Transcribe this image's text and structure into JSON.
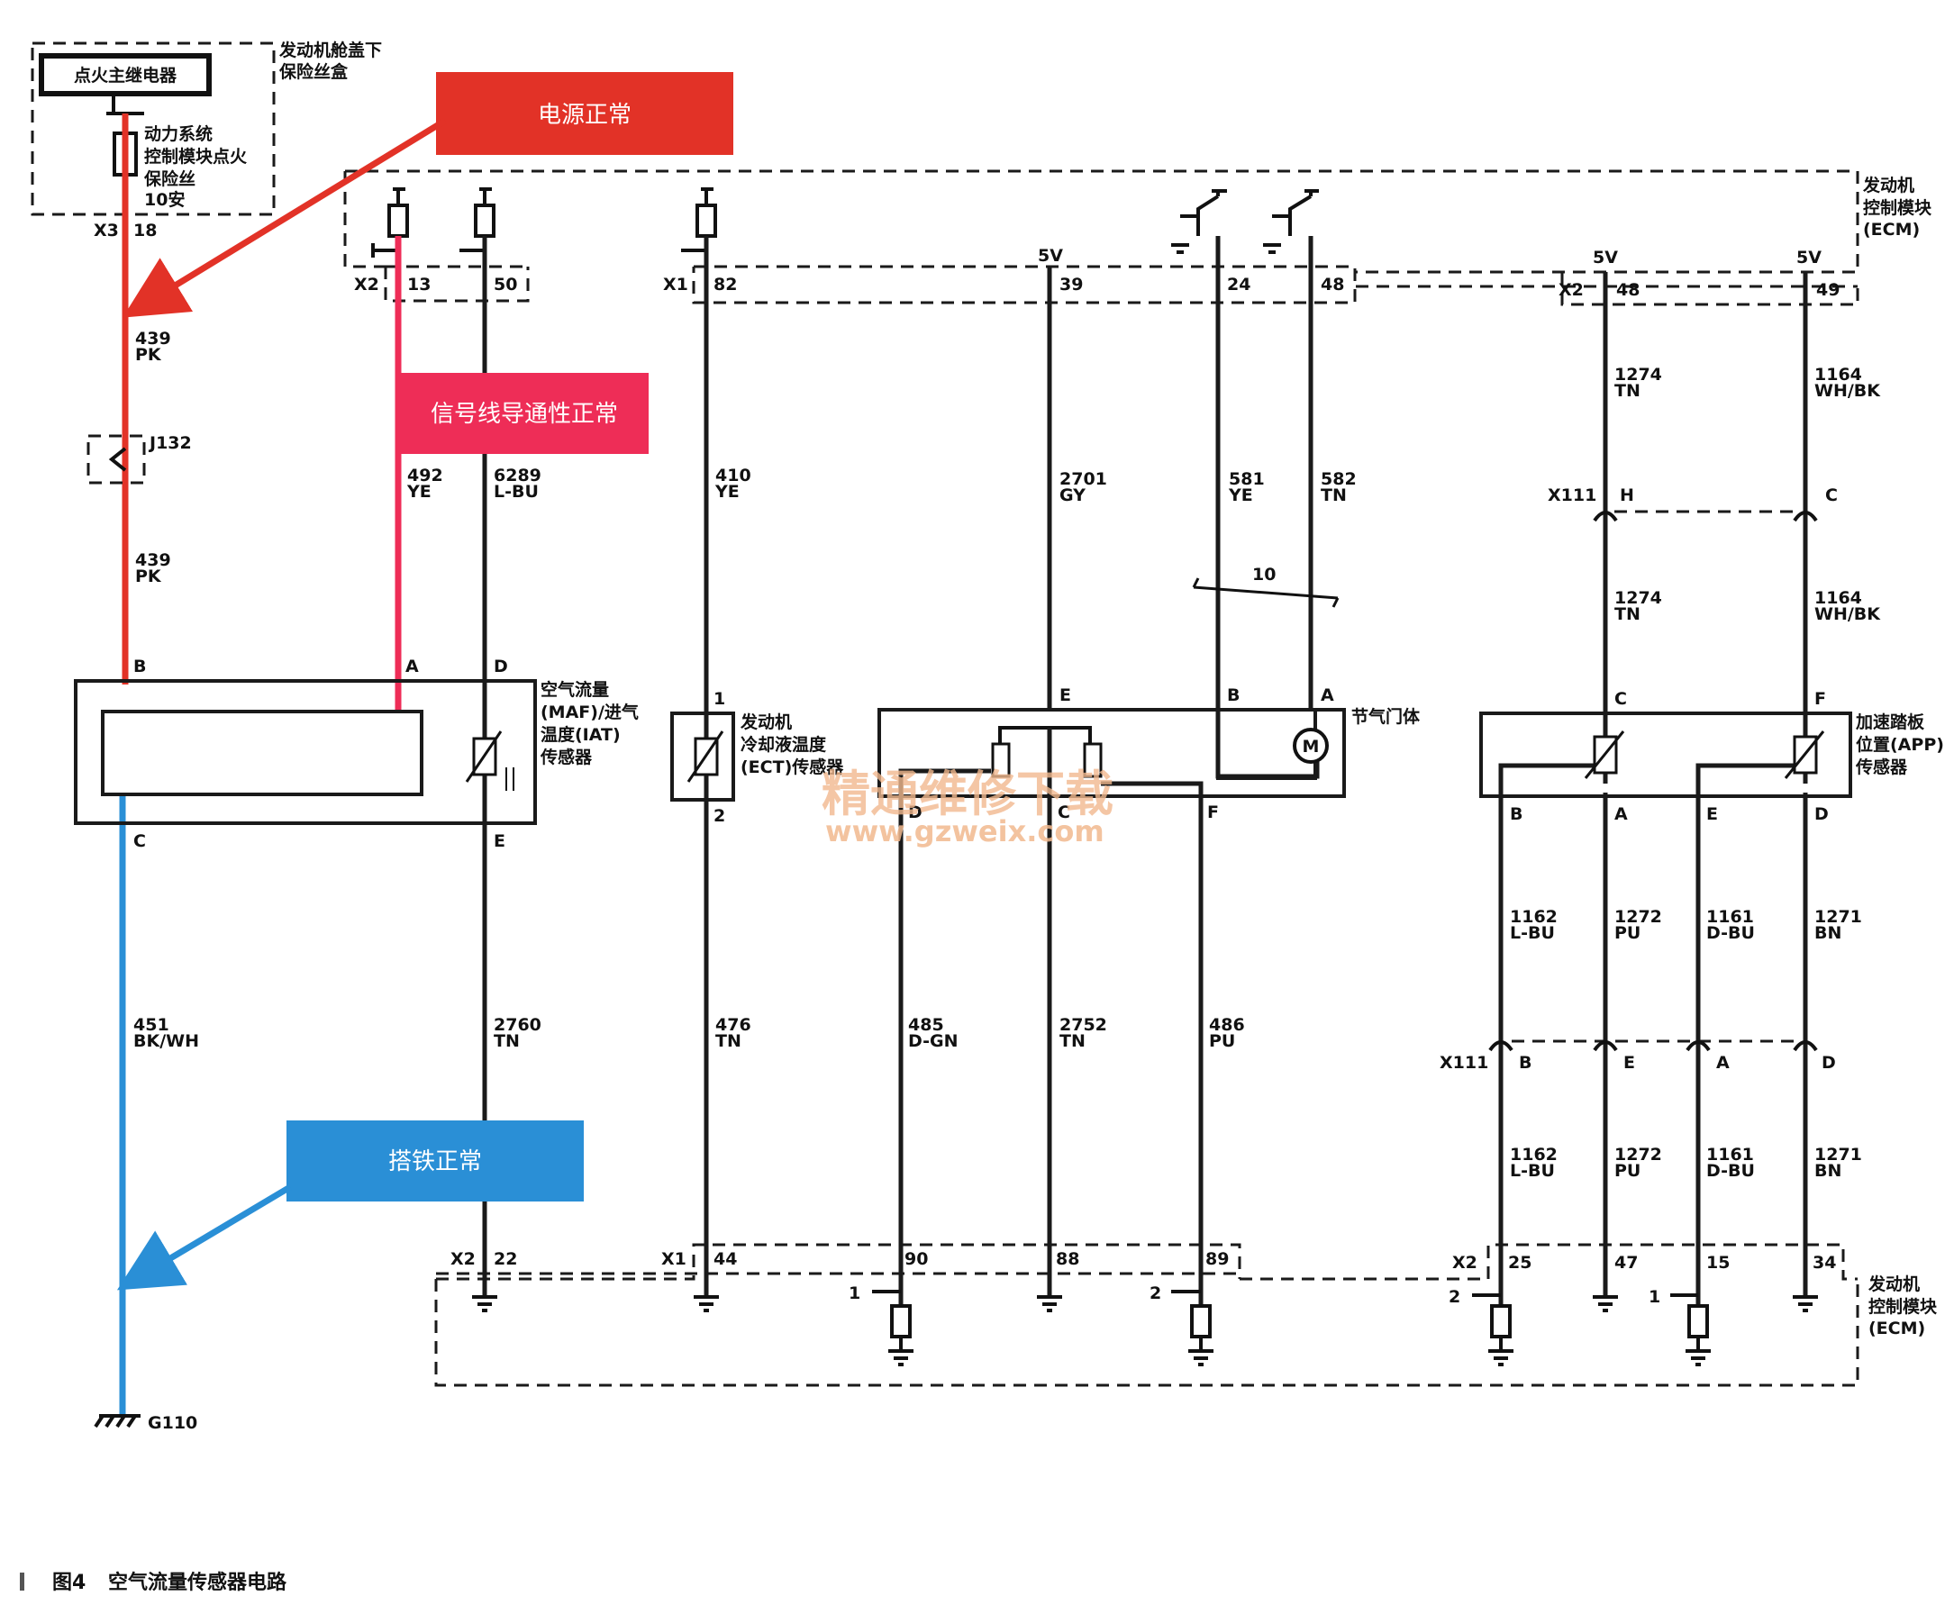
{
  "fuse_box": {
    "relay": "点火主继电器",
    "title_1": "发动机舱盖下",
    "title_2": "保险丝盒",
    "fuse_1": "动力系统",
    "fuse_2": "控制模块点火",
    "fuse_3": "保险丝",
    "fuse_4": "10安",
    "conn": "X3",
    "pin": "18"
  },
  "ecm_top": {
    "line1": "发动机",
    "line2": "控制模块",
    "line3": "(ECM)"
  },
  "ecm_bottom": {
    "line1": "发动机",
    "line2": "控制模块",
    "line3": "(ECM)"
  },
  "annotations": {
    "power": "电源正常",
    "signal": "信号线导通性正常",
    "ground": "搭铁正常"
  },
  "top_pins": {
    "x2": "X2",
    "p13": "13",
    "p50": "50",
    "x1": "X1",
    "p82": "82",
    "v5a": "5V",
    "p39": "39",
    "p24": "24",
    "p48a": "48",
    "x2b": "X2",
    "v5b": "5V",
    "p48b": "48",
    "v5c": "5V",
    "p49": "49"
  },
  "wires": {
    "w439a": {
      "num": "439",
      "color": "PK"
    },
    "w439b": {
      "num": "439",
      "color": "PK"
    },
    "j132": "J132",
    "w492": {
      "num": "492",
      "color": "YE"
    },
    "w6289": {
      "num": "6289",
      "color": "L-BU"
    },
    "w410": {
      "num": "410",
      "color": "YE"
    },
    "w2701": {
      "num": "2701",
      "color": "GY"
    },
    "w581": {
      "num": "581",
      "color": "YE"
    },
    "w582": {
      "num": "582",
      "color": "TN"
    },
    "w1274a": {
      "num": "1274",
      "color": "TN"
    },
    "w1164a": {
      "num": "1164",
      "color": "WH/BK"
    },
    "w1274b": {
      "num": "1274",
      "color": "TN"
    },
    "w1164b": {
      "num": "1164",
      "color": "WH/BK"
    },
    "w451": {
      "num": "451",
      "color": "BK/WH"
    },
    "w2760": {
      "num": "2760",
      "color": "TN"
    },
    "w476": {
      "num": "476",
      "color": "TN"
    },
    "w485": {
      "num": "485",
      "color": "D-GN"
    },
    "w2752": {
      "num": "2752",
      "color": "TN"
    },
    "w486": {
      "num": "486",
      "color": "PU"
    },
    "w1162a": {
      "num": "1162",
      "color": "L-BU"
    },
    "w1272a": {
      "num": "1272",
      "color": "PU"
    },
    "w1161a": {
      "num": "1161",
      "color": "D-BU"
    },
    "w1271a": {
      "num": "1271",
      "color": "BN"
    },
    "w1162b": {
      "num": "1162",
      "color": "L-BU"
    },
    "w1272b": {
      "num": "1272",
      "color": "PU"
    },
    "w1161b": {
      "num": "1161",
      "color": "D-BU"
    },
    "w1271b": {
      "num": "1271",
      "color": "BN"
    }
  },
  "x111_top": {
    "conn": "X111",
    "h": "H",
    "c": "C"
  },
  "x111_bot": {
    "conn": "X111",
    "b": "B",
    "e": "E",
    "a": "A",
    "d": "D"
  },
  "throttle_ref": "10",
  "maf": {
    "line1": "空气流量",
    "line2": "(MAF)/进气",
    "line3": "温度(IAT)",
    "line4": "传感器",
    "pin_b": "B",
    "pin_a": "A",
    "pin_d": "D",
    "pin_c": "C",
    "pin_e": "E"
  },
  "ect": {
    "line1": "发动机",
    "line2": "冷却液温度",
    "line3": "(ECT)传感器",
    "pin1": "1",
    "pin2": "2"
  },
  "throttle": {
    "title": "节气门体",
    "pin_e": "E",
    "pin_b": "B",
    "pin_a": "A",
    "pin_d": "D",
    "pin_c": "C",
    "pin_f": "F",
    "motor": "M"
  },
  "app": {
    "line1": "加速踏板",
    "line2": "位置(APP)",
    "line3": "传感器",
    "pin_c": "C",
    "pin_f": "F",
    "pin_b": "B",
    "pin_a": "A",
    "pin_e": "E",
    "pin_d": "D"
  },
  "bottom_pins": {
    "x2": "X2",
    "p22": "22",
    "x1": "X1",
    "p44": "44",
    "p90": "90",
    "p88": "88",
    "p89": "89",
    "x2b": "X2",
    "p25": "25",
    "p47": "47",
    "p15": "15",
    "p34": "34",
    "r1a": "1",
    "r2a": "2",
    "r2b": "2",
    "r1b": "1"
  },
  "ground_g110": "G110",
  "watermark": {
    "cn": "精通维修下载",
    "url": "www.gzweix.com"
  },
  "caption": {
    "fig": "图4",
    "title": "空气流量传感器电路"
  },
  "colors": {
    "power": "#e23227",
    "signal": "#ee2d57",
    "ground": "#2a8fd6",
    "watermark": "#f2b98f"
  }
}
